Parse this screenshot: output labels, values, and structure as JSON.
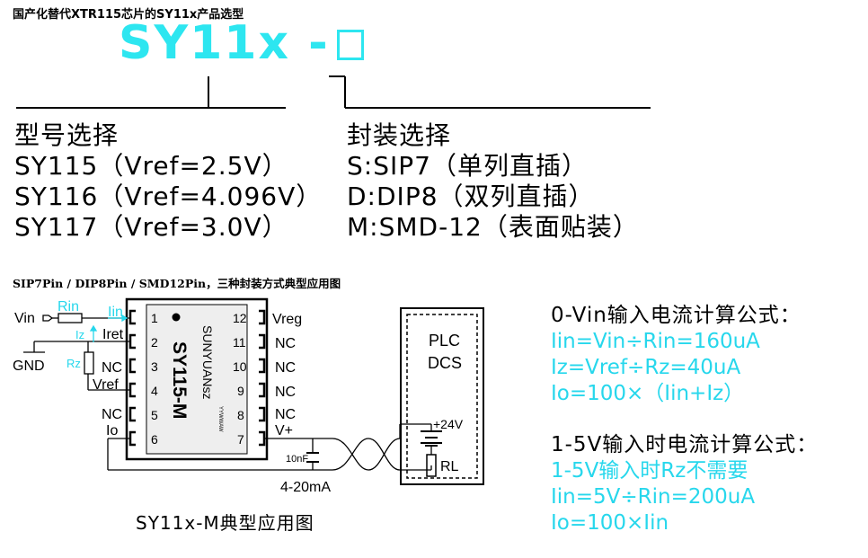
{
  "header": {
    "title": "国产化替代XTR115芯片的SY11x产品选型"
  },
  "part_code": {
    "text": "SY11x -"
  },
  "model_selection": {
    "title": "型号选择",
    "items": [
      "SY115（Vref=2.5V）",
      "SY116（Vref=4.096V）",
      "SY117（Vref=3.0V）"
    ]
  },
  "package_selection": {
    "title": "封装选择",
    "items": [
      "S:SIP7（单列直插）",
      "D:DIP8（双列直插）",
      "M:SMD-12（表面贴装）"
    ]
  },
  "circuit": {
    "section_title": "SIP7Pin / DIP8Pin / SMD12Pin，三种封装方式典型应用图",
    "chip": {
      "brand": "SUNYUANsz",
      "part": "SY115-M",
      "date_code": "YYWWAW"
    },
    "left_pins": [
      {
        "num": "1",
        "label": "Iin"
      },
      {
        "num": "2",
        "label": "Iret"
      },
      {
        "num": "3",
        "label": "NC"
      },
      {
        "num": "4",
        "label": "Vref"
      },
      {
        "num": "5",
        "label": "NC"
      },
      {
        "num": "6",
        "label": "Io"
      }
    ],
    "right_pins": [
      {
        "num": "12",
        "label": "Vreg"
      },
      {
        "num": "11",
        "label": "NC"
      },
      {
        "num": "10",
        "label": "NC"
      },
      {
        "num": "9",
        "label": "NC"
      },
      {
        "num": "8",
        "label": "NC"
      },
      {
        "num": "7",
        "label": "V+"
      }
    ],
    "labels": {
      "vin": "Vin",
      "gnd": "GND",
      "rin": "Rin",
      "iz": "Iz",
      "rz": "Rz",
      "cap": "10nF",
      "loop": "4-20mA",
      "plc": "PLC",
      "dcs": "DCS",
      "supply": "+24V",
      "rl": "RL"
    },
    "colors": {
      "cyan": "#27d7ec",
      "line": "#000000"
    },
    "caption": "SY11x-M典型应用图"
  },
  "formulas_vin": {
    "title": "0-Vin输入电流计算公式：",
    "lines": [
      "Iin=Vin÷Rin=160uA",
      "Iz=Vref÷Rz=40uA",
      "Io=100×（Iin+Iz）"
    ]
  },
  "formulas_15v": {
    "title": "1-5V输入时电流计算公式：",
    "lines": [
      "1-5V输入时Rz不需要",
      "Iin=5V÷Rin=200uA",
      "Io=100×Iin"
    ]
  }
}
